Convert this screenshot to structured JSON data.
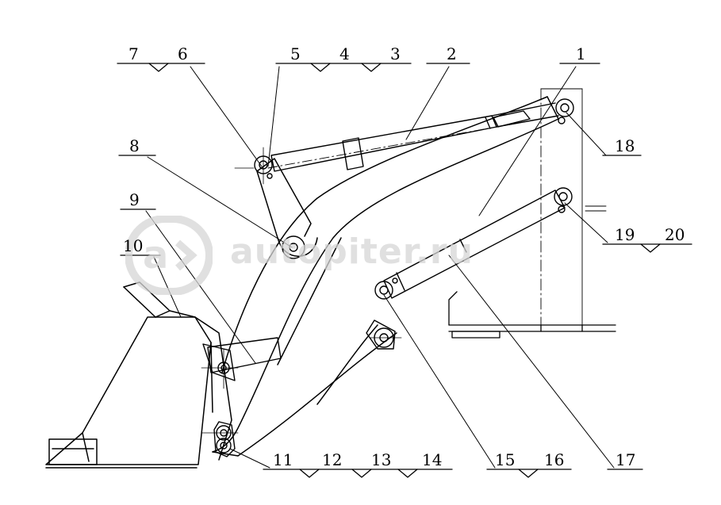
{
  "watermark": "autopiter.ru",
  "callouts": [
    "1",
    "2",
    "3",
    "4",
    "5",
    "6",
    "7",
    "8",
    "9",
    "10",
    "11",
    "12",
    "13",
    "14",
    "15",
    "16",
    "17",
    "18",
    "19",
    "20"
  ],
  "colors": {
    "line": "#000000",
    "dash": "#000000",
    "watermark": "#cfcfcf"
  }
}
